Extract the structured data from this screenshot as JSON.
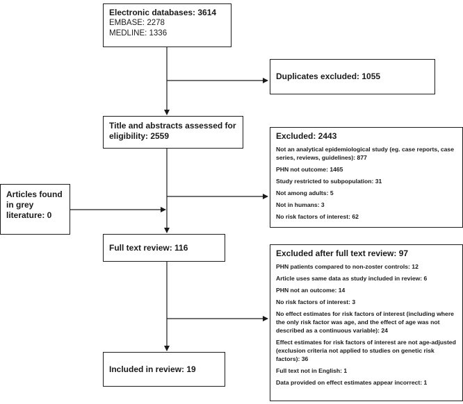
{
  "boxes": {
    "databases": {
      "title": "Electronic databases: 3614",
      "lines": [
        "EMBASE: 2278",
        "MEDLINE: 1336"
      ]
    },
    "duplicates": {
      "title": "Duplicates excluded: 1055"
    },
    "screening": {
      "title": "Title and abstracts assessed for eligibility: 2559"
    },
    "excluded_1": {
      "title": "Excluded: 2443",
      "items": [
        "Not an analytical epidemiological study (eg. case reports, case series, reviews, guidelines): 877",
        "PHN not outcome: 1465",
        "Study restricted to subpopulation: 31",
        "Not among adults: 5",
        "Not in humans: 3",
        "No risk factors of interest: 62"
      ]
    },
    "grey": {
      "title": "Articles found in grey literature: 0"
    },
    "fulltext": {
      "title": "Full text review: 116"
    },
    "excluded_2": {
      "title": "Excluded after full text review: 97",
      "items": [
        "PHN patients compared to non-zoster controls: 12",
        "Article uses same data as study included in review: 6",
        "PHN not an outcome: 14",
        "No risk factors of interest: 3",
        "No effect estimates for risk factors of interest (including where the only risk factor was age,  and  the effect of age was not described as a continuous variable): 24",
        "Effect estimates for risk factors of interest are not age-adjusted (exclusion criteria not applied to studies on genetic risk factors): 36",
        "Full text not in English: 1",
        "Data provided on effect estimates appear incorrect: 1"
      ]
    },
    "included": {
      "title": "Included in review: 19"
    }
  }
}
